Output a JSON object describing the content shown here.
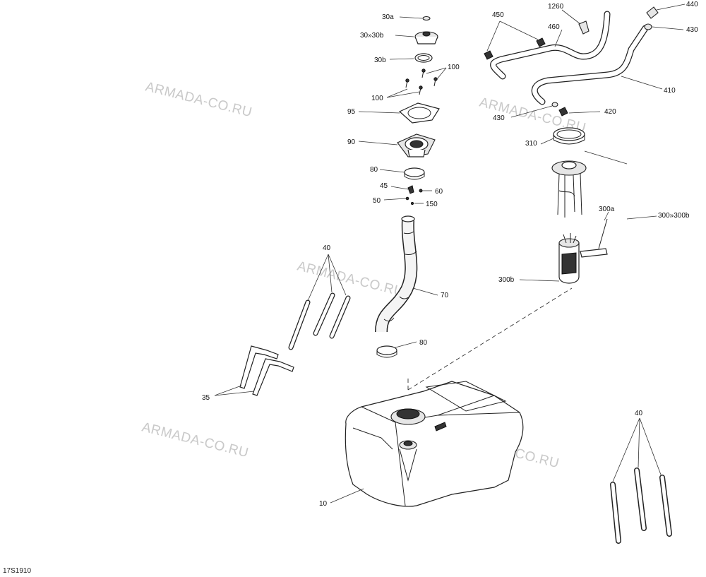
{
  "diagram_code": "17S1910",
  "watermark": "ARMADA-CO.RU",
  "labels": {
    "p30a": "30a",
    "p30x30b": "30»30b",
    "p30b": "30b",
    "p100_top": "100",
    "p100_left": "100",
    "p95": "95",
    "p90": "90",
    "p80_top": "80",
    "p45": "45",
    "p60": "60",
    "p50": "50",
    "p150": "150",
    "p70": "70",
    "p80_bottom": "80",
    "p40_left": "40",
    "p35": "35",
    "p10": "10",
    "p40_right": "40",
    "p450": "450",
    "p1260": "1260",
    "p460": "460",
    "p440": "440",
    "p430_top": "430",
    "p410": "410",
    "p430_mid": "430",
    "p420": "420",
    "p310": "310",
    "p300a": "300a",
    "p300x300b": "300»300b",
    "p300b": "300b"
  }
}
